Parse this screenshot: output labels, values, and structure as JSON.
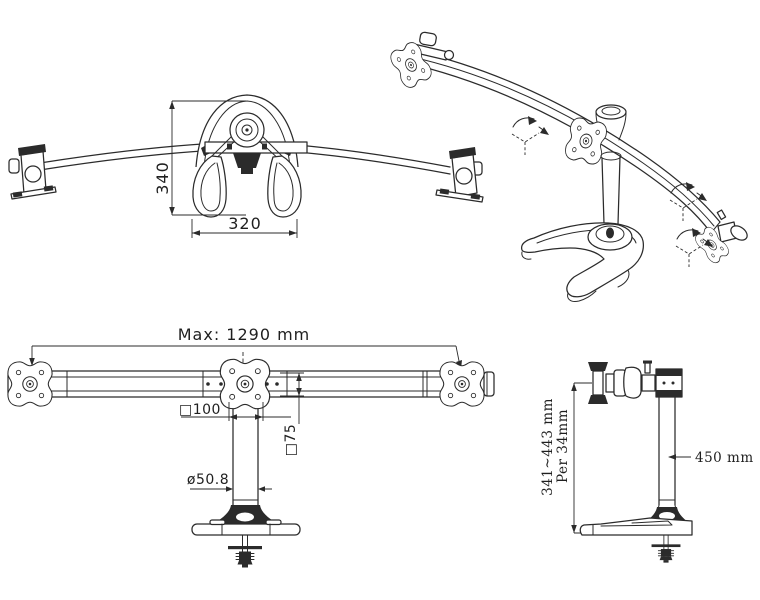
{
  "drawing": {
    "subject": "triple monitor desk stand technical drawing",
    "colors": {
      "ink": "#2b2b2b",
      "background": "#ffffff"
    },
    "views": {
      "top": {
        "dim_height": "340",
        "dim_width": "320"
      },
      "front": {
        "dim_max_width": "Max:  1290  mm",
        "dim_vesa100": "□100",
        "dim_vesa75": "□75",
        "dim_pole_diameter": "ø50.8"
      },
      "side": {
        "dim_height_range": "341~443  mm",
        "dim_step": "Per  34mm",
        "dim_pole_height": "450  mm"
      },
      "isometric": {
        "annotations": [
          "rotation-arrow",
          "rotation-arrow",
          "rotation-arrow"
        ]
      }
    }
  }
}
